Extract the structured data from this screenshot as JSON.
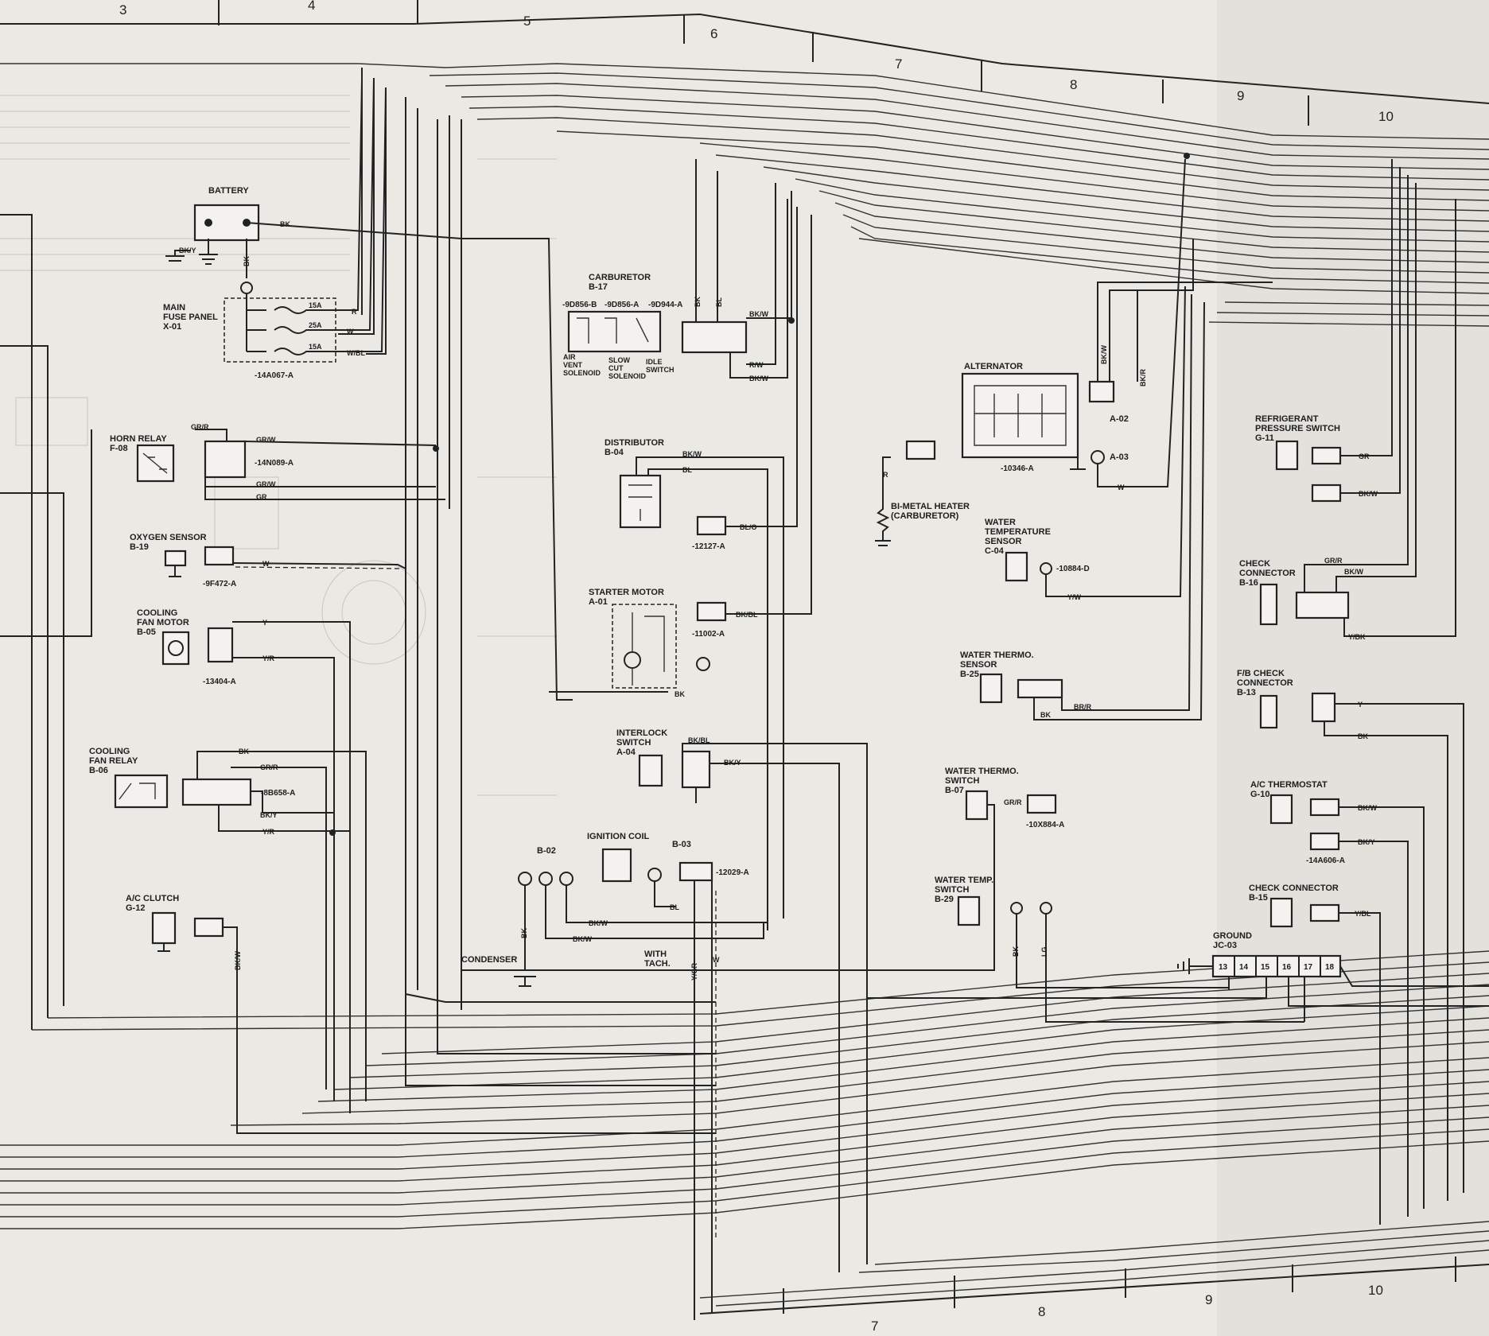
{
  "columns_top": [
    "3",
    "4",
    "5",
    "6",
    "7",
    "8",
    "9",
    "10"
  ],
  "columns_bottom": [
    "7",
    "8",
    "9",
    "10"
  ],
  "components": {
    "battery": {
      "title": "BATTERY",
      "w1": "BK",
      "w2": "BK/Y",
      "w3": "BK"
    },
    "fuse_panel": {
      "title1": "MAIN",
      "title2": "FUSE PANEL",
      "code": "X-01",
      "f1": "15A",
      "f2": "25A",
      "f3": "15A",
      "w1": "R",
      "w2": "W",
      "w3": "W/BL",
      "conn": "-14A067-A"
    },
    "horn_relay": {
      "title": "HORN RELAY",
      "code": "F-08",
      "w1": "GR/R",
      "w2": "GR/W",
      "w3": "GR/W",
      "w4": "GR",
      "conn": "-14N089-A"
    },
    "oxygen_sensor": {
      "title": "OXYGEN SENSOR",
      "code": "B-19",
      "w1": "W",
      "conn": "-9F472-A"
    },
    "cooling_fan_motor": {
      "title1": "COOLING",
      "title2": "FAN MOTOR",
      "code": "B-05",
      "w1": "Y",
      "w2": "Y/R",
      "conn": "-13404-A"
    },
    "cooling_fan_relay": {
      "title1": "COOLING",
      "title2": "FAN RELAY",
      "code": "B-06",
      "w1": "BK",
      "w2": "GR/R",
      "w3": "BK/Y",
      "w4": "Y/R",
      "conn": "-8B658-A"
    },
    "ac_clutch": {
      "title": "A/C CLUTCH",
      "code": "G-12",
      "w1": "BK/W"
    },
    "carburetor": {
      "title": "CARBURETOR",
      "code": "B-17",
      "p1": "-9D856-B",
      "p2": "-9D856-A",
      "p3": "-9D944-A",
      "s1a": "AIR",
      "s1b": "VENT",
      "s1c": "SOLENOID",
      "s2a": "SLOW",
      "s2b": "CUT",
      "s2c": "SOLENOID",
      "s3a": "IDLE",
      "s3b": "SWITCH",
      "w1": "BK",
      "w2": "BL",
      "w3": "BK/W",
      "w4": "R/W",
      "w5": "BK/W"
    },
    "distributor": {
      "title": "DISTRIBUTOR",
      "code": "B-04",
      "w1": "BK/W",
      "w2": "BL",
      "w3": "BL/O",
      "conn": "-12127-A"
    },
    "starter_motor": {
      "title": "STARTER MOTOR",
      "code": "A-01",
      "w1": "BK/BL",
      "w2": "BK",
      "conn": "-11002-A"
    },
    "interlock_switch": {
      "title1": "INTERLOCK",
      "title2": "SWITCH",
      "code": "A-04",
      "w1": "BK/BL",
      "w2": "BK/Y"
    },
    "ignition_coil": {
      "title": "IGNITION COIL",
      "b02": "B-02",
      "b03": "B-03",
      "w1": "BK",
      "w2": "BK/W",
      "w3": "BK/W",
      "w4": "BL",
      "w5": "Y/GR",
      "w6": "W",
      "condenser": "CONDENSER",
      "tach1": "WITH",
      "tach2": "TACH.",
      "conn": "-12029-A"
    },
    "alternator": {
      "title": "ALTERNATOR",
      "w1": "BK/W",
      "w2": "BK/R",
      "w3": "W",
      "conn": "-10346-A",
      "a02": "A-02",
      "a03": "A-03"
    },
    "bimetal_heater": {
      "title1": "BI-METAL HEATER",
      "title2": "(CARBURETOR)",
      "w1": "R"
    },
    "water_temp_sensor": {
      "title1": "WATER",
      "title2": "TEMPERATURE",
      "title3": "SENSOR",
      "code": "C-04",
      "w1": "Y/W",
      "conn": "-10884-D"
    },
    "water_thermo_sensor": {
      "title1": "WATER THERMO.",
      "title2": "SENSOR",
      "code": "B-25",
      "w1": "BR/R",
      "w2": "BK"
    },
    "water_thermo_switch": {
      "title1": "WATER THERMO.",
      "title2": "SWITCH",
      "code": "B-07",
      "w1": "GR/R",
      "conn": "-10X884-A"
    },
    "water_temp_switch": {
      "title1": "WATER TEMP.",
      "title2": "SWITCH",
      "code": "B-29",
      "w1": "BK",
      "w2": "LG"
    },
    "refrigerant_switch": {
      "title1": "REFRIGERANT",
      "title2": "PRESSURE SWITCH",
      "code": "G-11",
      "w1": "GR",
      "w2": "BK/W"
    },
    "check_connector_b16": {
      "title1": "CHECK",
      "title2": "CONNECTOR",
      "code": "B-16",
      "w1": "GR/R",
      "w2": "BK/W",
      "w3": "Y/BK"
    },
    "fb_check_connector": {
      "title1": "F/B CHECK",
      "title2": "CONNECTOR",
      "code": "B-13",
      "w1": "Y",
      "w2": "BK"
    },
    "ac_thermostat": {
      "title": "A/C THERMOSTAT",
      "code": "G-10",
      "w1": "BK/W",
      "w2": "BK/Y",
      "conn": "-14A606-A"
    },
    "check_connector_b15": {
      "title": "CHECK CONNECTOR",
      "code": "B-15",
      "w1": "Y/BL"
    },
    "ground": {
      "title": "GROUND",
      "code": "JC-03",
      "pins": [
        "13",
        "14",
        "15",
        "16",
        "17",
        "18"
      ]
    }
  }
}
